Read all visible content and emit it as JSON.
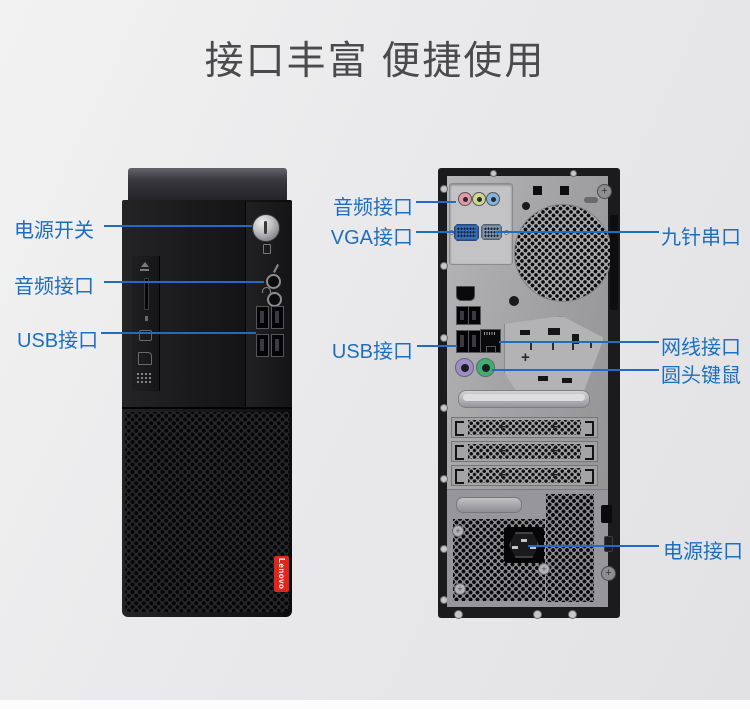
{
  "title": "接口丰富 便捷使用",
  "brand": {
    "logo_text": "Lenovo"
  },
  "callouts": {
    "front_power_switch": "电源开关",
    "front_audio": "音频接口",
    "front_usb": "USB接口",
    "rear_audio": "音频接口",
    "rear_vga": "VGA接口",
    "rear_usb": "USB接口",
    "rear_serial": "九针串口",
    "rear_lan": "网线接口",
    "rear_ps2": "圆头键鼠",
    "rear_power": "电源接口"
  },
  "decorations": {
    "slot_plus": "+",
    "screw_cross": "+"
  },
  "colors": {
    "label_blue": "#1c6fc0",
    "title_gray": "#4a4a4c",
    "lenovo_red": "#e1251b",
    "audio_pink": "#e29aa6",
    "audio_lime": "#ccd98c",
    "audio_blue": "#7fb5dd",
    "vga_blue": "#3a6db2",
    "serial_steel": "#8494a6",
    "ps2_purple": "#a08cc9",
    "ps2_green": "#3fae71"
  }
}
